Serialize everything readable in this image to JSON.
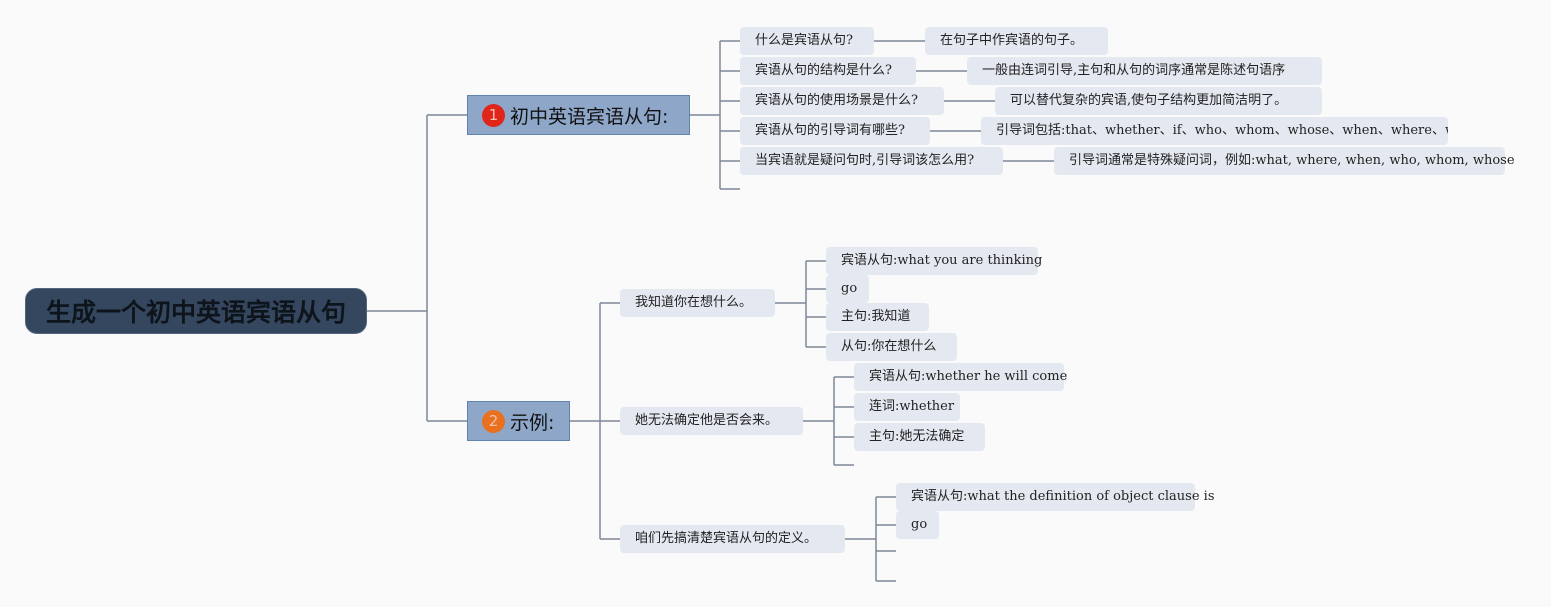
{
  "root": {
    "label": "生成一个初中英语宾语从句"
  },
  "branches": [
    {
      "badge": "1",
      "badge_color": "#e0251b",
      "label": "初中英语宾语从句:",
      "items": [
        {
          "q": "什么是宾语从句?",
          "a": "在句子中作宾语的句子。"
        },
        {
          "q": "宾语从句的结构是什么?",
          "a": "一般由连词引导,主句和从句的词序通常是陈述句语序"
        },
        {
          "q": "宾语从句的使用场景是什么?",
          "a": "可以替代复杂的宾语,使句子结构更加简洁明了。"
        },
        {
          "q": "宾语从句的引导词有哪些?",
          "a": "引导词包括:that、whether、if、who、whom、whose、when、where、wh"
        },
        {
          "q": "当宾语就是疑问句时,引导词该怎么用?",
          "a": "引导词通常是特殊疑问词，例如:what, where, when, who, whom, whose"
        }
      ]
    },
    {
      "badge": "2",
      "badge_color": "#e8701e",
      "label": "示例:",
      "examples": [
        {
          "label": "我知道你在想什么。",
          "children": [
            "宾语从句:what you are thinking",
            "go",
            "主句:我知道",
            "从句:你在想什么"
          ]
        },
        {
          "label": "她无法确定他是否会来。",
          "children": [
            "宾语从句:whether he will come",
            "连词:whether",
            "主句:她无法确定"
          ]
        },
        {
          "label": "咱们先搞清楚宾语从句的定义。",
          "children": [
            "宾语从句:what the definition of object clause is",
            "go"
          ]
        }
      ]
    }
  ]
}
